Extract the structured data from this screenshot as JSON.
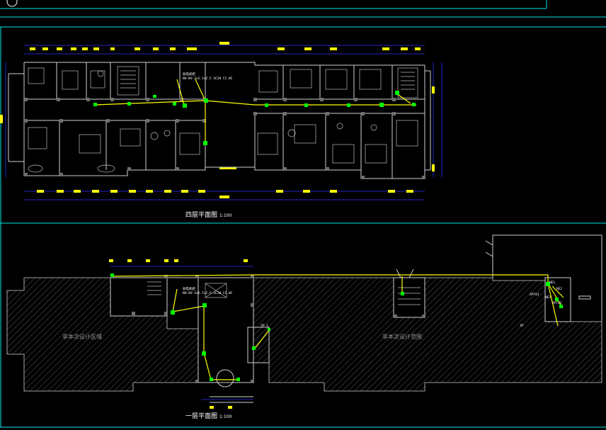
{
  "drawing": {
    "background": "#000000",
    "frame_color": "#00e5e5",
    "wall_color": "#d0d0d0",
    "dim_color": "#3030ff",
    "tag_color": "#ffff00",
    "route_color": "#ffff00",
    "device_color": "#00ff00"
  },
  "plans": {
    "fourth": {
      "title": "四层平面图",
      "scale": "1:100",
      "annotation_line1": "弱电机柜",
      "annotation_line2": "NH-BV-3x2.5+2.5 SC20 CC.WC"
    },
    "first": {
      "title": "一层平面图",
      "scale": "1:100",
      "annotation_line1": "弱电机柜",
      "annotation_line2": "NH-BV-3x2.5+2.5 SC20 CC.WC",
      "zone_left": "非本次设计区域",
      "zone_right": "非本次设计范围",
      "cabinet_labels": [
        "NE1",
        "NE2",
        "NE3",
        "APT01",
        "APT02"
      ],
      "bottom_note": "ZP",
      "side_label": "ZP-1"
    }
  }
}
